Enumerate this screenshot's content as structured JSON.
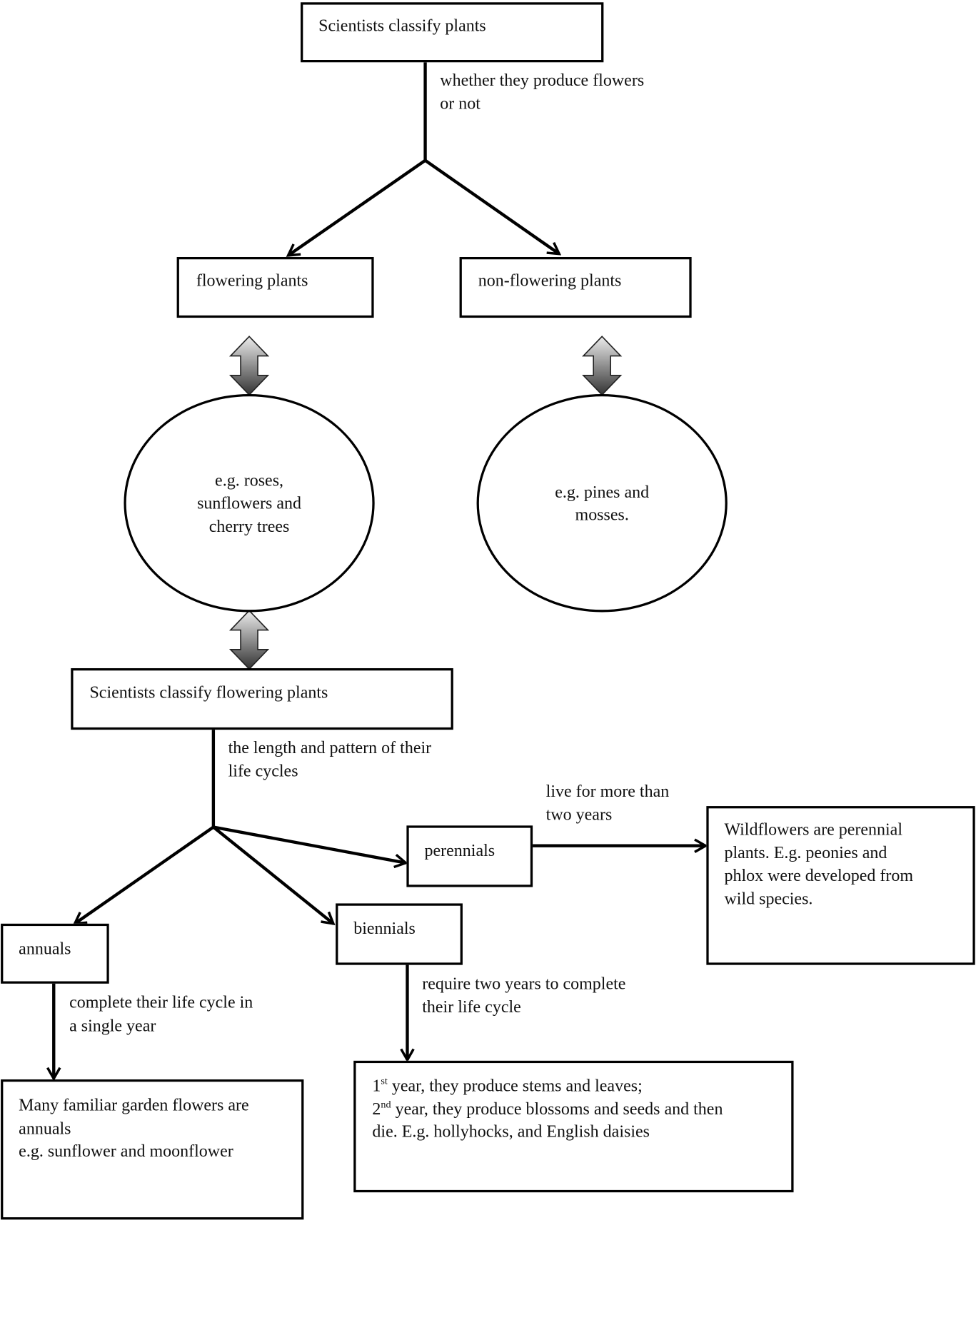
{
  "nodes": {
    "classify_plants": "Scientists classify plants",
    "flowering": "flowering plants",
    "non_flowering": "non-flowering plants",
    "flowering_examples": "e.g. roses,\nsunflowers and\ncherry trees",
    "non_flowering_examples": "e.g. pines and\nmosses.",
    "classify_flowering": "Scientists classify flowering plants",
    "annuals": "annuals",
    "biennials": "biennials",
    "perennials": "perennials",
    "perennials_detail": "Wildflowers are perennial\nplants. E.g. peonies and\nphlox were developed from\nwild species.",
    "annuals_detail": "Many familiar garden flowers are\nannuals\ne.g. sunflower and moonflower",
    "biennials_detail": {
      "line1_num": "1",
      "line1_sup": "st",
      "line1_text": " year, they produce stems and leaves;",
      "line2_num": "2",
      "line2_sup": "nd",
      "line2_text": " year, they produce blossoms and seeds and then",
      "line3_text": "die. E.g. hollyhocks, and English daisies"
    }
  },
  "edge_labels": {
    "produce_flowers": "whether they produce flowers\nor not",
    "life_cycles": "the length and pattern of their\nlife cycles",
    "live_more": "live for more than\ntwo years",
    "single_year": "complete their life cycle in\na single year",
    "two_years": "require two years to complete\ntheir life cycle"
  },
  "colors": {
    "stroke": "#000000",
    "double_arrow_light": "#e6e6e6",
    "double_arrow_dark": "#3a3a3a"
  }
}
